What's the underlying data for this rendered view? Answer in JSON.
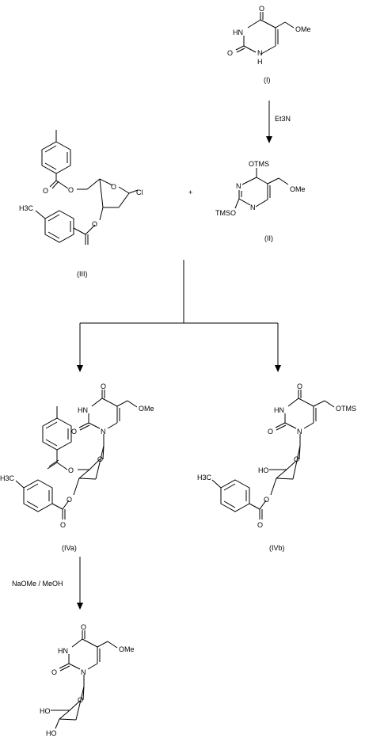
{
  "compounds": {
    "I": {
      "label": "(I)",
      "atoms": [
        "O",
        "HN",
        "O",
        "N",
        "H",
        "OMe"
      ]
    },
    "II": {
      "label": "(II)",
      "atoms": [
        "OTMS",
        "N",
        "TMSO",
        "N",
        "OMe"
      ]
    },
    "III": {
      "label": "(III)",
      "atoms": [
        "O",
        "O",
        "Cl",
        "O",
        "O",
        "H3C"
      ]
    },
    "IVa": {
      "label": "(IVa)",
      "atoms": [
        "O",
        "HN",
        "O",
        "N",
        "OMe",
        "O",
        "O",
        "O",
        "O",
        "H3C"
      ]
    },
    "IVb": {
      "label": "(IVb)",
      "atoms": [
        "O",
        "HN",
        "O",
        "N",
        "OTMS",
        "HO",
        "O",
        "O",
        "O",
        "H3C"
      ]
    },
    "V": {
      "label": "",
      "atoms": [
        "O",
        "HN",
        "O",
        "N",
        "OMe",
        "HO",
        "O",
        "HO"
      ]
    }
  },
  "plus_sign": "+",
  "reagents": {
    "step1": "Et3N",
    "step3": "NaOMe / MeOH"
  }
}
